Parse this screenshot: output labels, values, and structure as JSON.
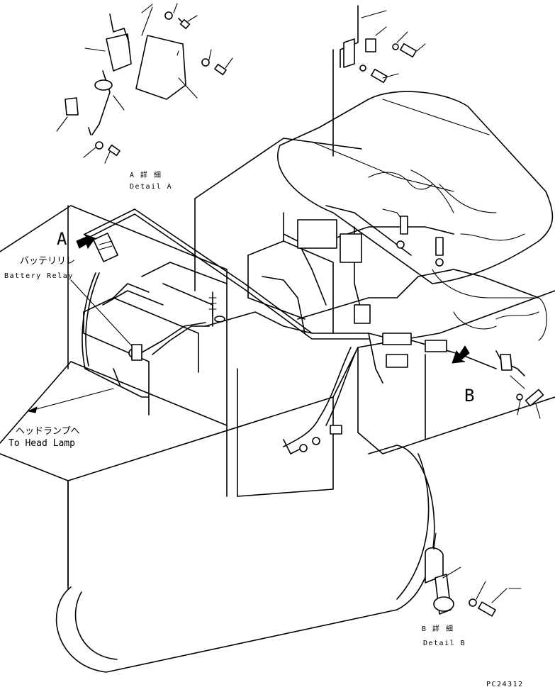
{
  "labels": {
    "marker_a": "A",
    "marker_b": "B",
    "detail_a_jp": "A 詳 細",
    "detail_a_en": "Detail A",
    "detail_b_jp": "B 詳 細",
    "detail_b_en": "Detail B",
    "battery_relay_jp": "バッテリリレ",
    "battery_relay_en": "Battery Relay",
    "head_lamp_jp": "ヘッドランプへ",
    "head_lamp_en": "To Head Lamp",
    "drawing_number": "PC24312"
  }
}
